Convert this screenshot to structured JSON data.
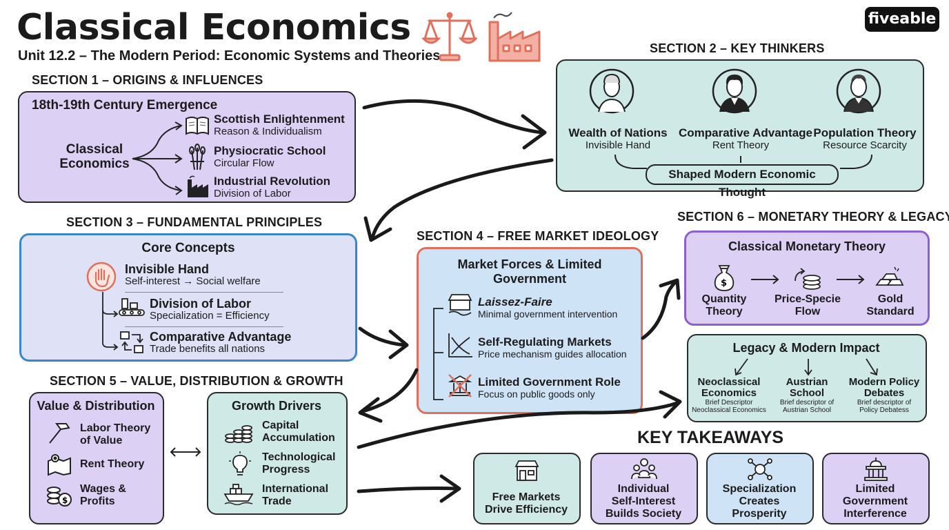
{
  "header": {
    "title": "Classical Economics",
    "subtitle": "Unit 12.2 – The Modern Period: Economic Systems and Theories",
    "logo_text": "fiveable"
  },
  "section1": {
    "heading": "SECTION 1 – ORIGINS & INFLUENCES",
    "box_title": "18th-19th Century Emergence",
    "center_label": "Classical\nEconomics",
    "items": [
      {
        "title": "Scottish Enlightenment",
        "sub": "Reason & Individualism",
        "icon": "book-icon"
      },
      {
        "title": "Physiocratic School",
        "sub": "Circular Flow",
        "icon": "wheat-icon"
      },
      {
        "title": "Industrial Revolution",
        "sub": "Division of Labor",
        "icon": "factory-icon"
      }
    ]
  },
  "section2": {
    "heading": "SECTION 2 – KEY THINKERS",
    "thinkers": [
      {
        "title": "Wealth of Nations",
        "sub": "Invisible Hand"
      },
      {
        "title": "Comparative Advantage",
        "sub": "Rent Theory"
      },
      {
        "title": "Population Theory",
        "sub": "Resource Scarcity"
      }
    ],
    "banner": "Shaped Modern Economic Thought"
  },
  "section3": {
    "heading": "SECTION 3 – FUNDAMENTAL PRINCIPLES",
    "box_title": "Core Concepts",
    "items": [
      {
        "title": "Invisible Hand",
        "sub": "Self-interest → Social welfare"
      },
      {
        "title": "Division of Labor",
        "sub": "Specialization = Efficiency"
      },
      {
        "title": "Comparative Advantage",
        "sub": "Trade benefits all nations"
      }
    ]
  },
  "section4": {
    "heading": "SECTION 4 – FREE MARKET IDEOLOGY",
    "box_title": "Market Forces & Limited\nGovernment",
    "items": [
      {
        "title": "Laissez-Faire",
        "sub": "Minimal government intervention"
      },
      {
        "title": "Self-Regulating Markets",
        "sub": "Price mechanism guides allocation"
      },
      {
        "title": "Limited Government Role",
        "sub": "Focus on public goods only"
      }
    ]
  },
  "section5": {
    "heading": "SECTION 5 – VALUE, DISTRIBUTION & GROWTH",
    "value_title": "Value & Distribution",
    "value_items": [
      "Labor Theory\nof Value",
      "Rent Theory",
      "Wages &\nProfits"
    ],
    "growth_title": "Growth Drivers",
    "growth_items": [
      "Capital\nAccumulation",
      "Technological\nProgress",
      "International\nTrade"
    ]
  },
  "section6": {
    "heading": "SECTION 6 – MONETARY THEORY & LEGACY",
    "monetary_title": "Classical Monetary Theory",
    "monetary_items": [
      "Quantity\nTheory",
      "Price-Specie\nFlow",
      "Gold\nStandard"
    ],
    "legacy_title": "Legacy & Modern Impact",
    "legacy_items": [
      {
        "title": "Neoclassical\nEconomics",
        "sub": "Brief Descriptor\nNeoclassical Economics"
      },
      {
        "title": "Austrian\nSchool",
        "sub": "Brief descriptor of\nAustrian School"
      },
      {
        "title": "Modern Policy\nDebates",
        "sub": "Brief descriptor of\nPolicy Debatess"
      }
    ]
  },
  "takeaways": {
    "heading": "KEY TAKEAWAYS",
    "items": [
      "Free Markets\nDrive Efficiency",
      "Individual\nSelf-Interest\nBuilds Society",
      "Specialization\nCreates\nProsperity",
      "Limited\nGovernment\nInterference"
    ]
  },
  "colors": {
    "purple": "#dcd0f5",
    "teal": "#cfe9e6",
    "blue_border": "#3a86c8",
    "red_border": "#e0705c",
    "violet_border": "#8e5fd0"
  }
}
